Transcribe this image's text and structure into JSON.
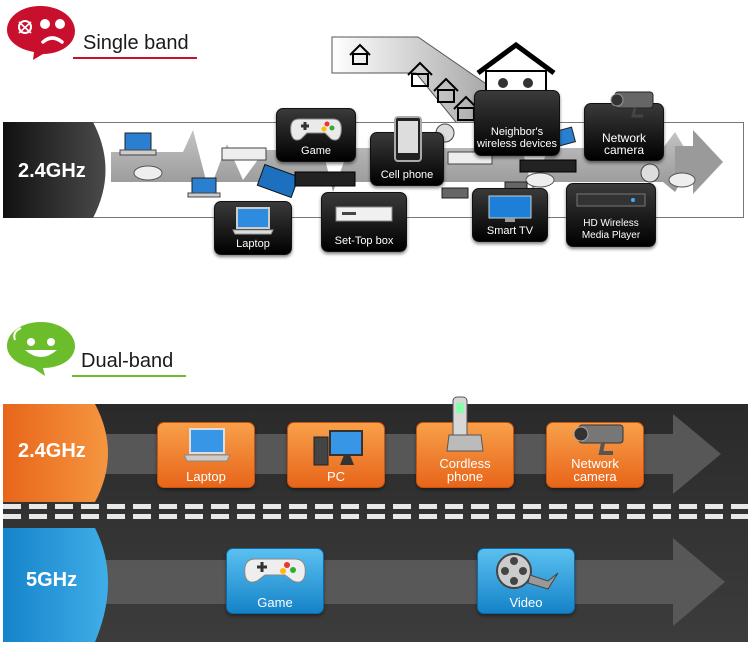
{
  "single_band": {
    "heading": "Single band",
    "band_label": "2.4GHz",
    "devices": {
      "game": "Game",
      "laptop": "Laptop",
      "set_top_box": "Set-Top box",
      "cell_phone": "Cell phone",
      "neighbor_line1": "Neighbor's",
      "neighbor_line2": "wireless devices",
      "network_line1": "Network",
      "network_line2": "camera",
      "smart_tv": "Smart TV",
      "hd_line1": "HD Wireless",
      "hd_line2": "Media Player"
    }
  },
  "dual_band": {
    "heading": "Dual-band",
    "band_24": {
      "label": "2.4GHz",
      "devices": [
        "Laptop",
        "PC",
        "Cordless\nphone",
        "Network\ncamera"
      ]
    },
    "band_5": {
      "label": "5GHz",
      "devices": [
        "Game",
        "Video"
      ]
    }
  },
  "colors": {
    "single_band_accent": "#c8102e",
    "dual_band_accent": "#6cbd2b",
    "band_24_orange": "#e8651a",
    "band_5_blue": "#1583c9"
  }
}
